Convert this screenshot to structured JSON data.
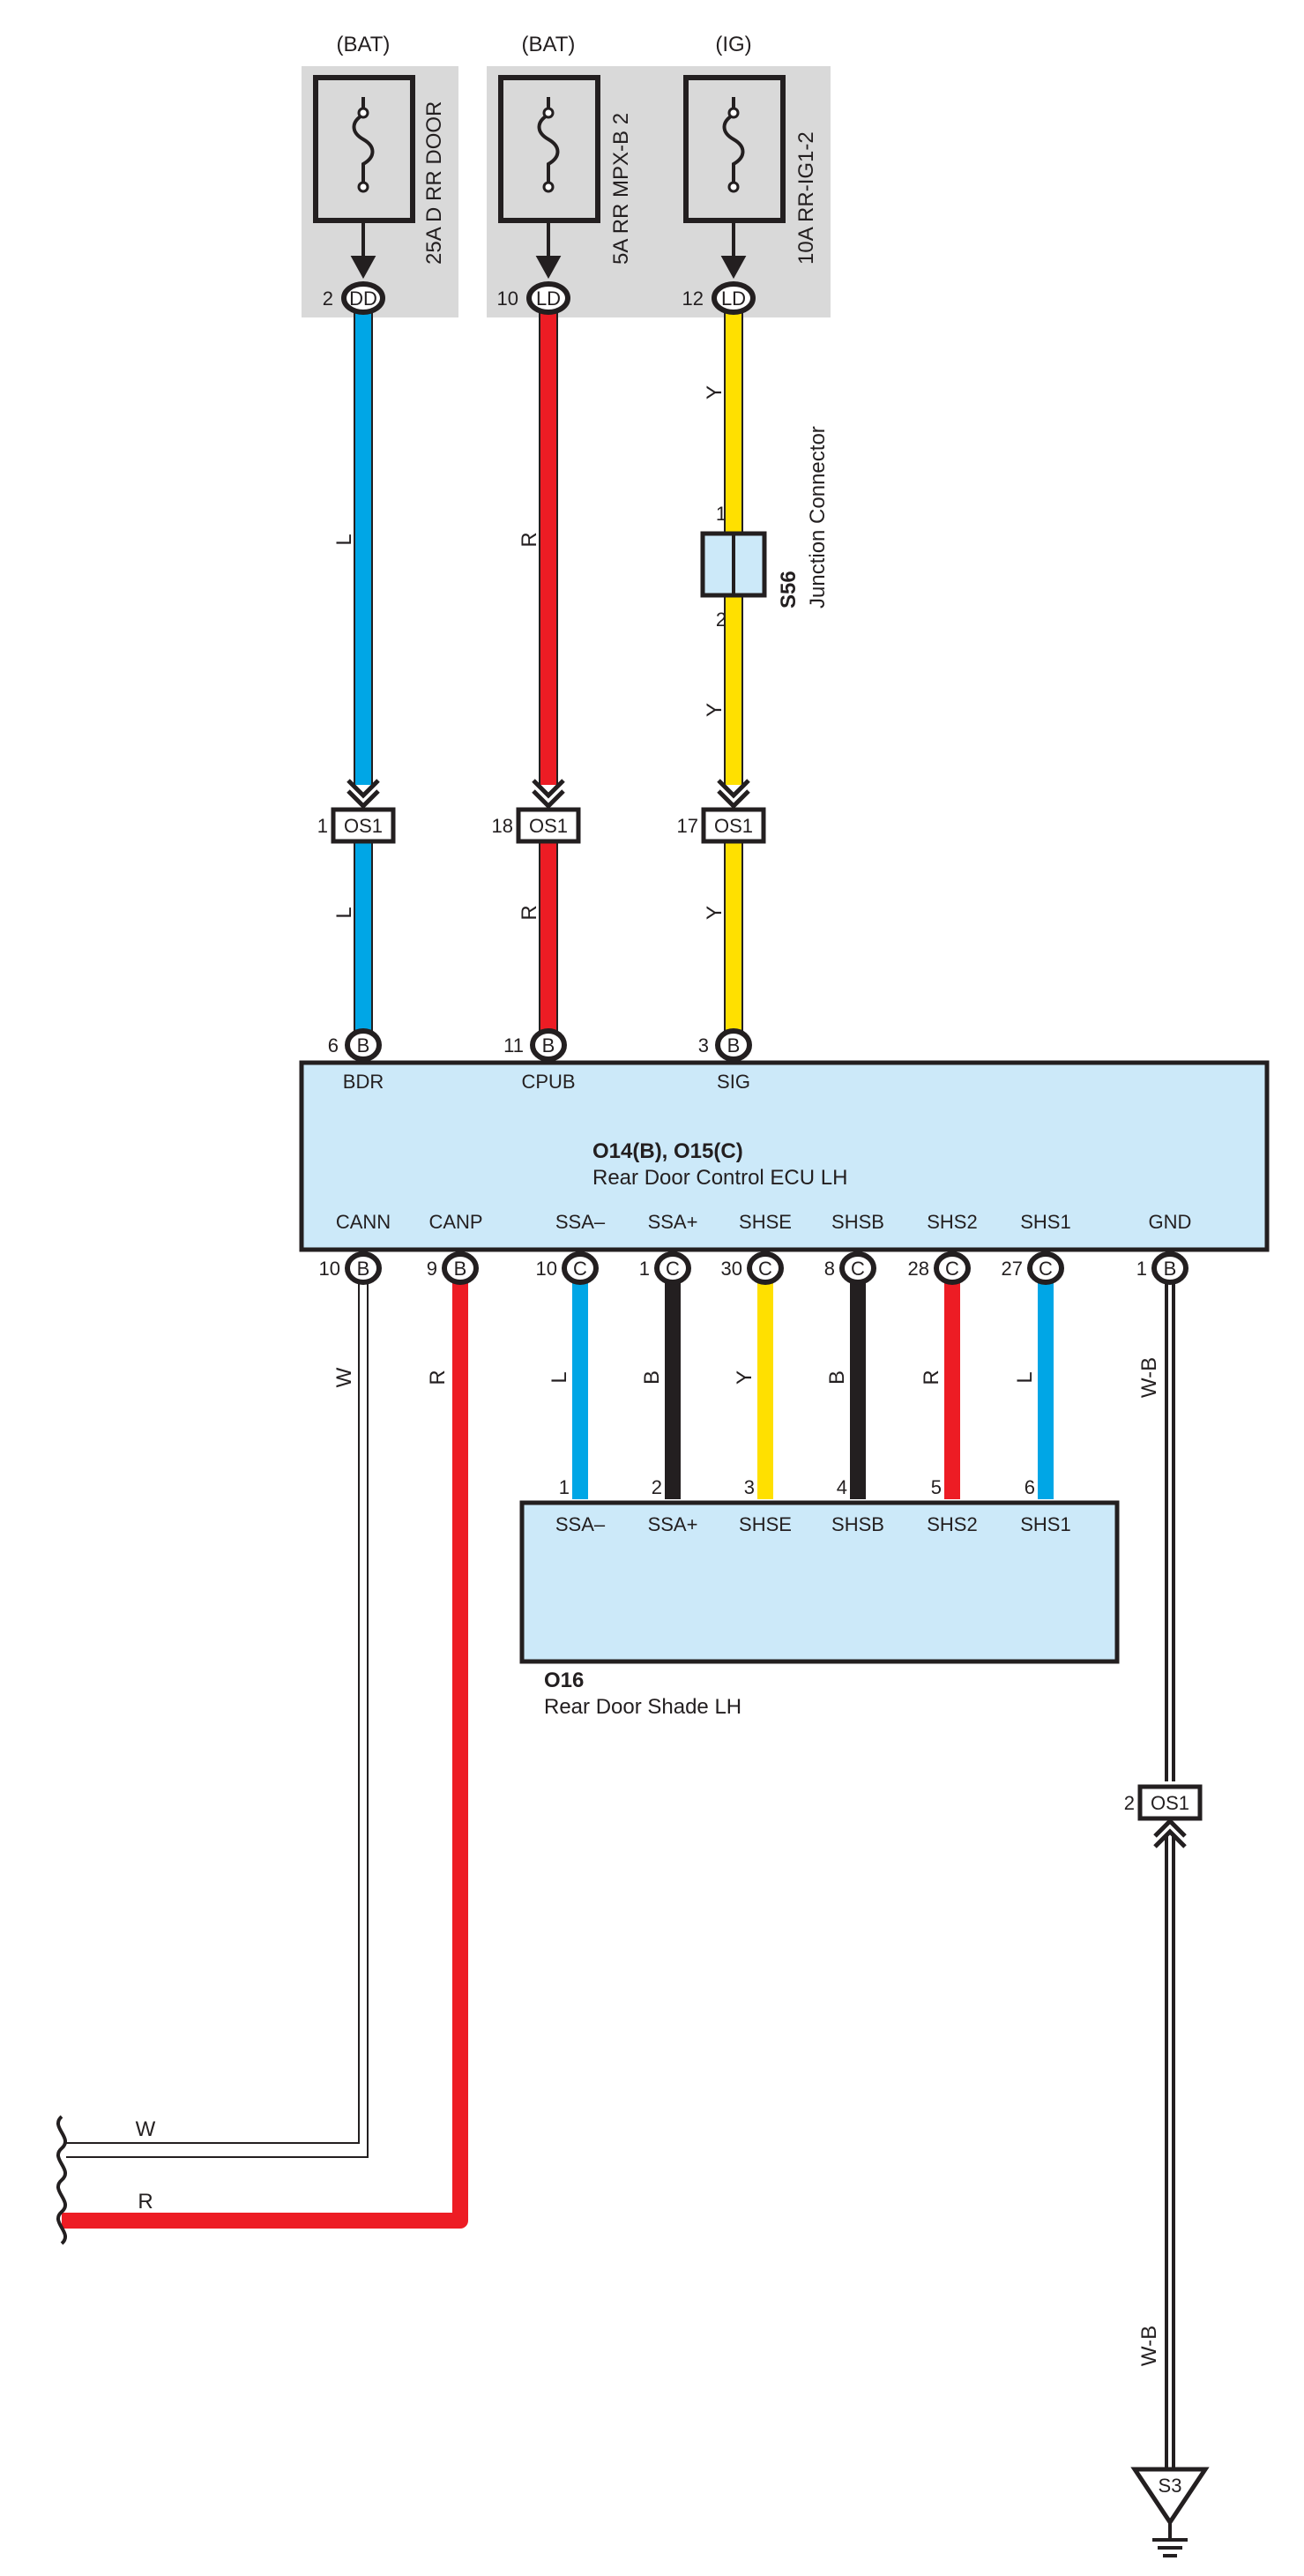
{
  "fuses": [
    {
      "source": "(BAT)",
      "name": "25A D RR DOOR",
      "pin": "2",
      "connector": "DD"
    },
    {
      "source": "(BAT)",
      "name": "5A RR MPX-B 2",
      "pin": "10",
      "connector": "LD"
    },
    {
      "source": "(IG)",
      "name": "10A RR-IG1-2",
      "pin": "12",
      "connector": "LD"
    }
  ],
  "junction": {
    "code": "S56",
    "name": "Junction Connector",
    "pin_top": "1",
    "pin_bottom": "2"
  },
  "colors": {
    "L": "#00a6e6",
    "R": "#ed1c24",
    "Y": "#ffe000",
    "B": "#231f20",
    "W": "#ffffff",
    "box": "#cce9f9",
    "fusebox": "#d9d9d9"
  },
  "wire_labels": {
    "w1_top": "L",
    "w2_top": "R",
    "w3_top": "Y",
    "w3_mid": "Y",
    "w1_bot": "L",
    "w2_bot": "R",
    "w3_bot": "Y",
    "canN": "W",
    "canP": "R",
    "gnd_top": "W-B",
    "gnd_bot": "W-B",
    "bus_w": "W",
    "bus_r": "R",
    "ssa_minus": "L",
    "ssa_plus": "B",
    "shse": "Y",
    "shsb": "B",
    "shs2": "R",
    "shs1": "L"
  },
  "inline_os1": [
    {
      "pin": "1",
      "code": "OS1"
    },
    {
      "pin": "18",
      "code": "OS1"
    },
    {
      "pin": "17",
      "code": "OS1"
    },
    {
      "pin": "2",
      "code": "OS1"
    }
  ],
  "ecu": {
    "title": "O14(B), O15(C)",
    "name": "Rear Door Control ECU LH",
    "top_pins": [
      {
        "num": "6",
        "conn": "B",
        "term": "BDR"
      },
      {
        "num": "11",
        "conn": "B",
        "term": "CPUB"
      },
      {
        "num": "3",
        "conn": "B",
        "term": "SIG"
      }
    ],
    "bottom_pins": [
      {
        "num": "10",
        "conn": "B",
        "term": "CANN"
      },
      {
        "num": "9",
        "conn": "B",
        "term": "CANP"
      },
      {
        "num": "10",
        "conn": "C",
        "term": "SSA–"
      },
      {
        "num": "1",
        "conn": "C",
        "term": "SSA+"
      },
      {
        "num": "30",
        "conn": "C",
        "term": "SHSE"
      },
      {
        "num": "8",
        "conn": "C",
        "term": "SHSB"
      },
      {
        "num": "28",
        "conn": "C",
        "term": "SHS2"
      },
      {
        "num": "27",
        "conn": "C",
        "term": "SHS1"
      },
      {
        "num": "1",
        "conn": "B",
        "term": "GND"
      }
    ]
  },
  "shade": {
    "code": "O16",
    "name": "Rear Door Shade LH",
    "pins": [
      {
        "num": "1",
        "term": "SSA–"
      },
      {
        "num": "2",
        "term": "SSA+"
      },
      {
        "num": "3",
        "term": "SHSE"
      },
      {
        "num": "4",
        "term": "SHSB"
      },
      {
        "num": "5",
        "term": "SHS2"
      },
      {
        "num": "6",
        "term": "SHS1"
      }
    ]
  },
  "ground": {
    "code": "S3"
  }
}
